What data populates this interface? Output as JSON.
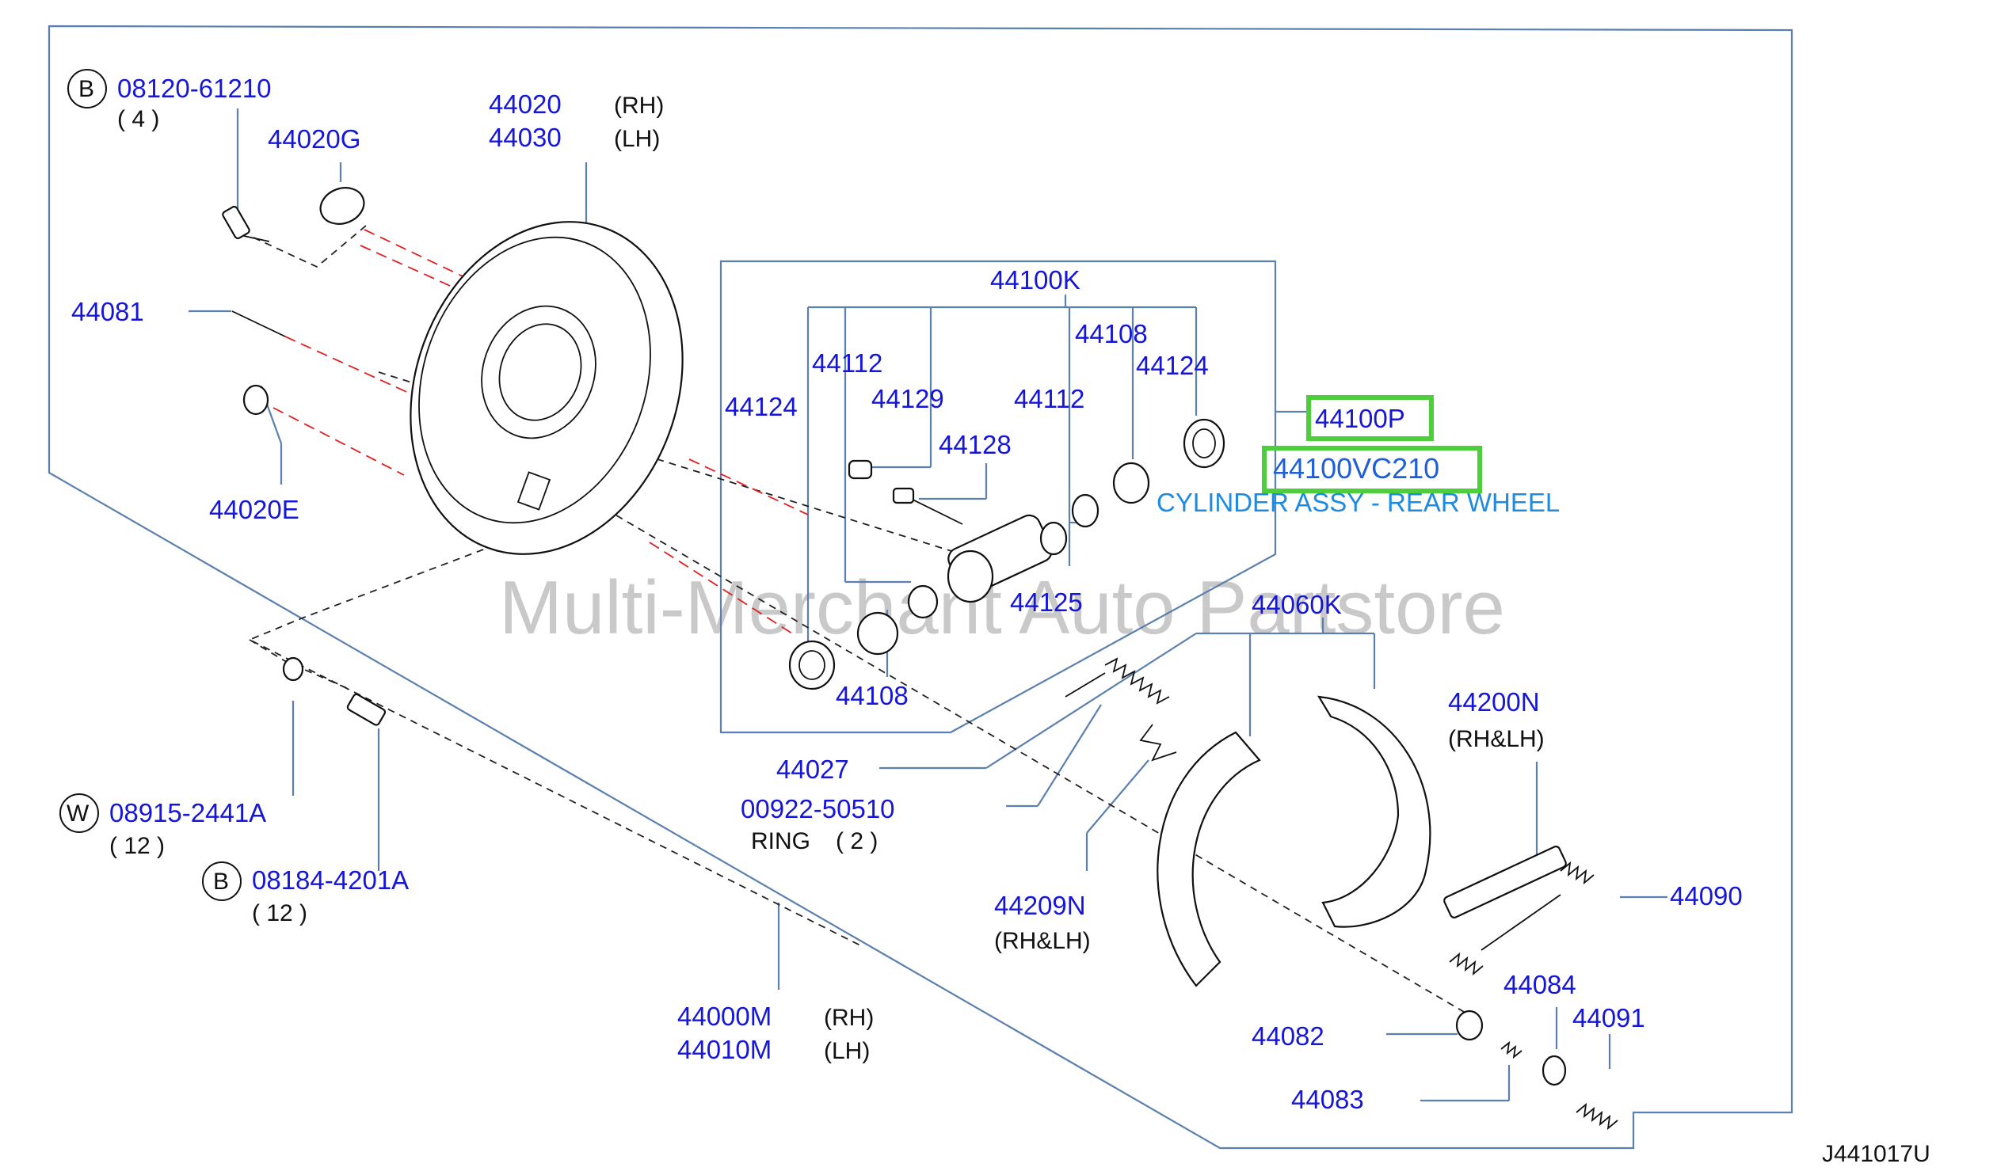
{
  "diagram_code": "J441017U",
  "watermark": "Multi-Merchant Auto Partstore",
  "colors": {
    "part_number": "#1616d8",
    "frame_line": "#5b7fae",
    "highlight": "#4ccf3a",
    "description": "#1e8be0"
  },
  "highlighted": {
    "p1": "44100P",
    "p2": "44100VC210",
    "desc": "CYLINDER ASSY - REAR WHEEL"
  },
  "callouts": {
    "b_bolt1": {
      "badge": "B",
      "pn": "08120-61210",
      "qty": "(   4   )"
    },
    "w_washer": {
      "badge": "W",
      "pn": "08915-2441A",
      "qty": "(  12  )"
    },
    "b_bolt2": {
      "badge": "B",
      "pn": "08184-4201A",
      "qty": "(  12  )"
    },
    "plate_rh": {
      "pn": "44020",
      "side": "(RH)"
    },
    "plate_lh": {
      "pn": "44030",
      "side": "(LH)"
    },
    "p44020g": "44020G",
    "p44081": "44081",
    "p44020e": "44020E",
    "p44100k": "44100K",
    "p44112a": "44112",
    "p44129": "44129",
    "p44108a": "44108",
    "p44124a": "44124",
    "p44124b": "44124",
    "p44112b": "44112",
    "p44128": "44128",
    "p44125": "44125",
    "p44108b": "44108",
    "p44060k": "44060K",
    "p44027": "44027",
    "ring": {
      "pn": "00922-50510",
      "label": "RING",
      "qty": "(  2  )"
    },
    "p44209n": {
      "pn": "44209N",
      "side": "(RH&LH)"
    },
    "p44200n": {
      "pn": "44200N",
      "side": "(RH&LH)"
    },
    "p44090": "44090",
    "p44084": "44084",
    "p44091": "44091",
    "p44082": "44082",
    "p44083": "44083",
    "assy_rh": {
      "pn": "44000M",
      "side": "(RH)"
    },
    "assy_lh": {
      "pn": "44010M",
      "side": "(LH)"
    }
  }
}
